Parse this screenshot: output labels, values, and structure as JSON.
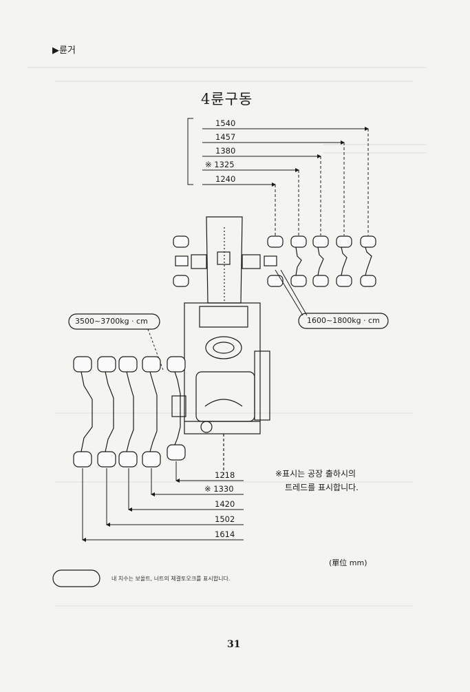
{
  "header": {
    "label": "▶륜거"
  },
  "title": "4륜구동",
  "front_dims": [
    "1540",
    "1457",
    "1380",
    "※ 1325",
    "1240"
  ],
  "rear_dims": [
    "1218",
    "※ 1330",
    "1420",
    "1502",
    "1614"
  ],
  "torque": {
    "rear": "3500~3700kg · cm",
    "front": "1600~1800kg · cm"
  },
  "note": {
    "line1": "※표시는 공장 출하시의",
    "line2": "트레드를 표시합니다."
  },
  "unit": "(單位 mm)",
  "legend": "내 치수는 보올트, 너트의 체결토오크를 표시합니다.",
  "page_number": "31"
}
